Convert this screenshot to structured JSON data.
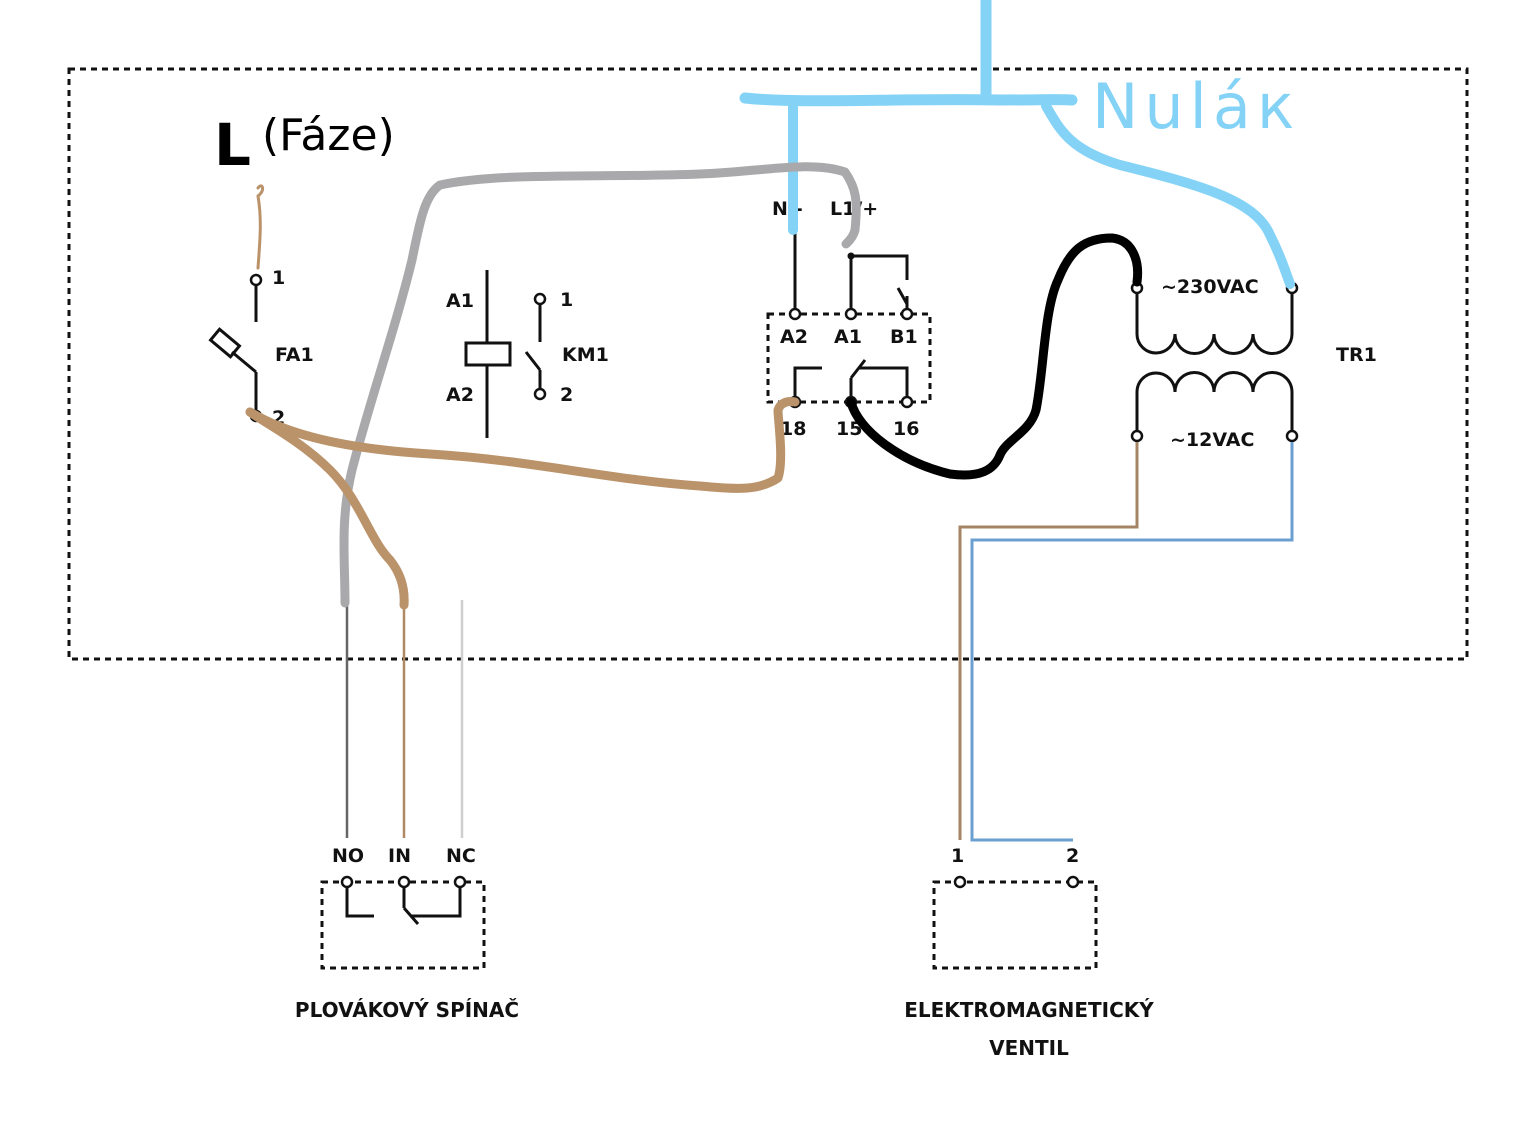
{
  "annotations": {
    "phase_label": "L",
    "phase_note": "(Fáze)",
    "neutral_note": "Nuláк"
  },
  "fa1": {
    "name": "FA1",
    "pin_top": "1",
    "pin_bottom": "2"
  },
  "km1": {
    "name": "KM1",
    "coil_top": "A1",
    "coil_bottom": "A2",
    "contact_top": "1",
    "contact_bottom": "2"
  },
  "relay": {
    "supply_neg": "N/-",
    "supply_pos": "L1/+",
    "terminals_top": [
      "A2",
      "A1",
      "B1"
    ],
    "terminals_bottom": [
      "18",
      "15",
      "16"
    ]
  },
  "transformer": {
    "name": "TR1",
    "primary": "~230VAC",
    "secondary": "~12VAC"
  },
  "float_switch": {
    "terminals": [
      "NO",
      "IN",
      "NC"
    ],
    "caption": "PLOVÁKOVÝ SPÍNAČ"
  },
  "valve": {
    "terminals": [
      "1",
      "2"
    ],
    "caption_line1": "ELEKTROMAGNETICKÝ",
    "caption_line2": "VENTIL"
  },
  "colors": {
    "neutral_wire": "#84d3f7",
    "phase_wire": "#bb936b",
    "grey_wire": "#a9a9ab",
    "black_wire": "#000000",
    "thin_brown": "#a58463",
    "thin_blue": "#6a9fd0"
  }
}
